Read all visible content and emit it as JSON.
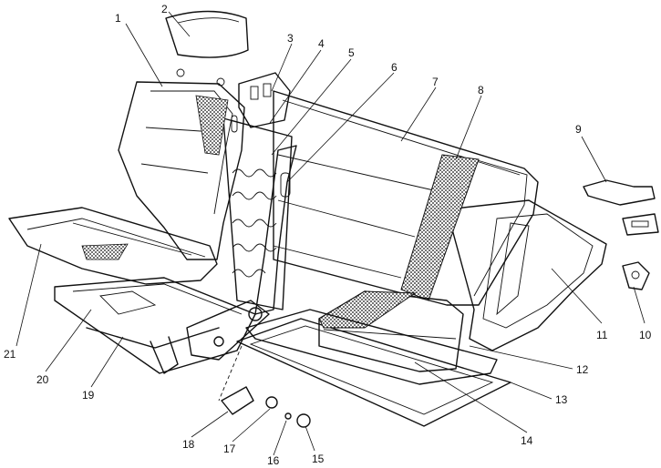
{
  "callouts": [
    {
      "id": 1,
      "label": "1"
    },
    {
      "id": 2,
      "label": "2"
    },
    {
      "id": 3,
      "label": "3"
    },
    {
      "id": 4,
      "label": "4"
    },
    {
      "id": 5,
      "label": "5"
    },
    {
      "id": 6,
      "label": "6"
    },
    {
      "id": 7,
      "label": "7"
    },
    {
      "id": 8,
      "label": "8"
    },
    {
      "id": 9,
      "label": "9"
    },
    {
      "id": 10,
      "label": "10"
    },
    {
      "id": 11,
      "label": "11"
    },
    {
      "id": 12,
      "label": "12"
    },
    {
      "id": 13,
      "label": "13"
    },
    {
      "id": 14,
      "label": "14"
    },
    {
      "id": 15,
      "label": "15"
    },
    {
      "id": 16,
      "label": "16"
    },
    {
      "id": 17,
      "label": "17"
    },
    {
      "id": 18,
      "label": "18"
    },
    {
      "id": 19,
      "label": "19"
    },
    {
      "id": 20,
      "label": "20"
    },
    {
      "id": 21,
      "label": "21"
    }
  ]
}
